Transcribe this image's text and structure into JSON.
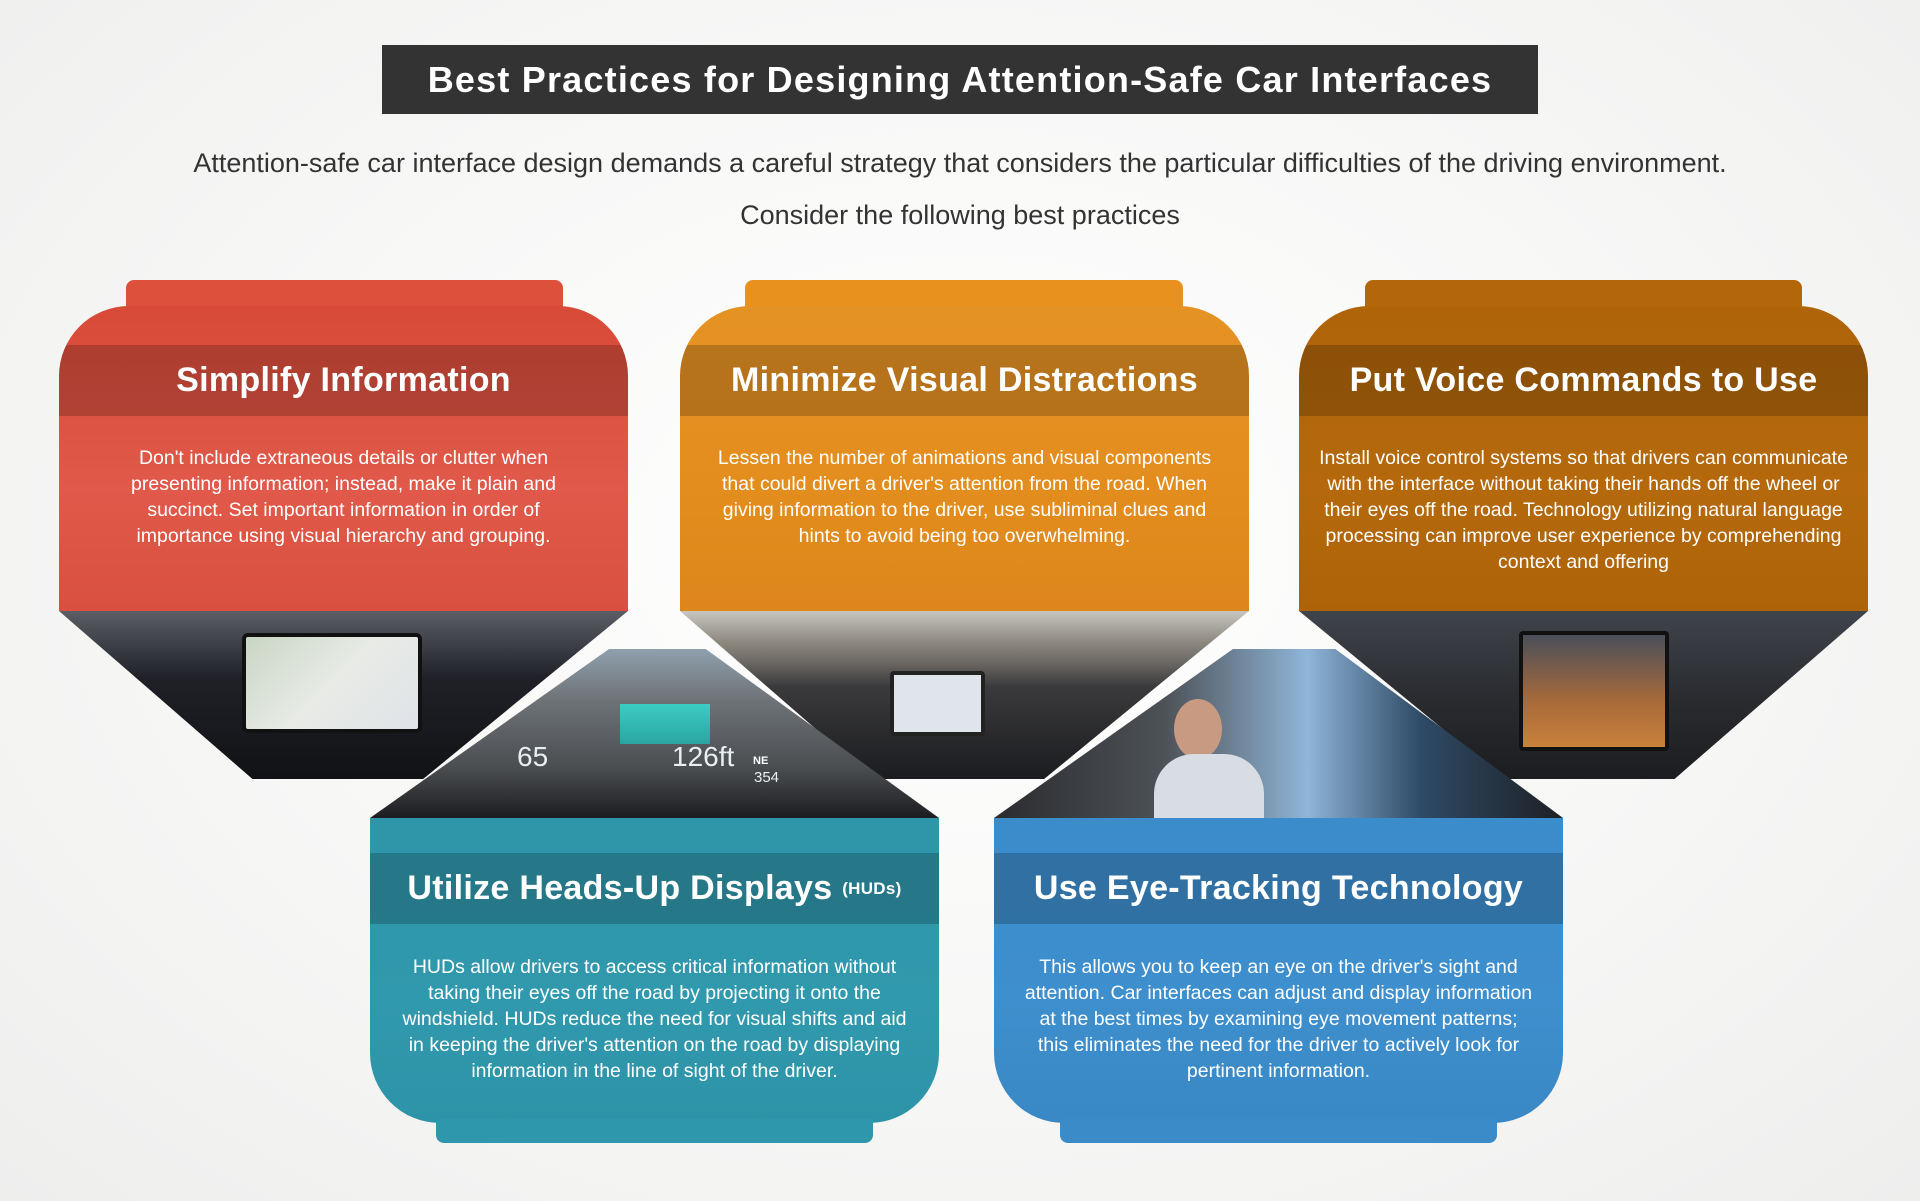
{
  "title": "Best Practices for Designing Attention-Safe Car Interfaces",
  "intro": {
    "line1": "Attention-safe car interface design demands a careful strategy that considers the particular difficulties of the driving environment.",
    "line2": "Consider the following best practices"
  },
  "cards": [
    {
      "heading": "Simplify Information",
      "text": "Don't include extraneous details or clutter when presenting information; instead, make it plain and succinct. Set important information in order of importance using visual hierarchy and grouping.",
      "color": "#dc4e3a"
    },
    {
      "heading": "Minimize Visual Distractions",
      "text": "Lessen the number of animations and visual components that could divert a driver's attention from the road. When giving information to the driver, use subliminal clues and hints to avoid being too overwhelming.",
      "color": "#e08a1e"
    },
    {
      "heading": "Put Voice Commands to Use",
      "text": "Install voice control systems so that drivers can communicate with the interface without taking their hands off the wheel or their eyes off the road. Technology utilizing natural language processing can improve user experience by comprehending context and offering",
      "color": "#b0650a"
    },
    {
      "heading": "Utilize Heads-Up Displays",
      "heading_suffix": "(HUDs)",
      "text": "HUDs allow drivers to access critical information without taking their eyes off the road by projecting it onto the windshield. HUDs reduce the need for visual shifts and aid in keeping the driver's attention on the road by displaying information in the line of sight of the driver.",
      "color": "#2e98ac",
      "hud": {
        "speed": "65",
        "distance": "126ft",
        "heading": "NE",
        "miles": "354"
      }
    },
    {
      "heading": "Use Eye-Tracking Technology",
      "text": "This allows you to keep an eye on the driver's sight and attention. Car interfaces can adjust and display information at the best times by examining eye movement patterns; this eliminates the need for the driver to actively look for pertinent information.",
      "color": "#3a8bc8"
    }
  ]
}
